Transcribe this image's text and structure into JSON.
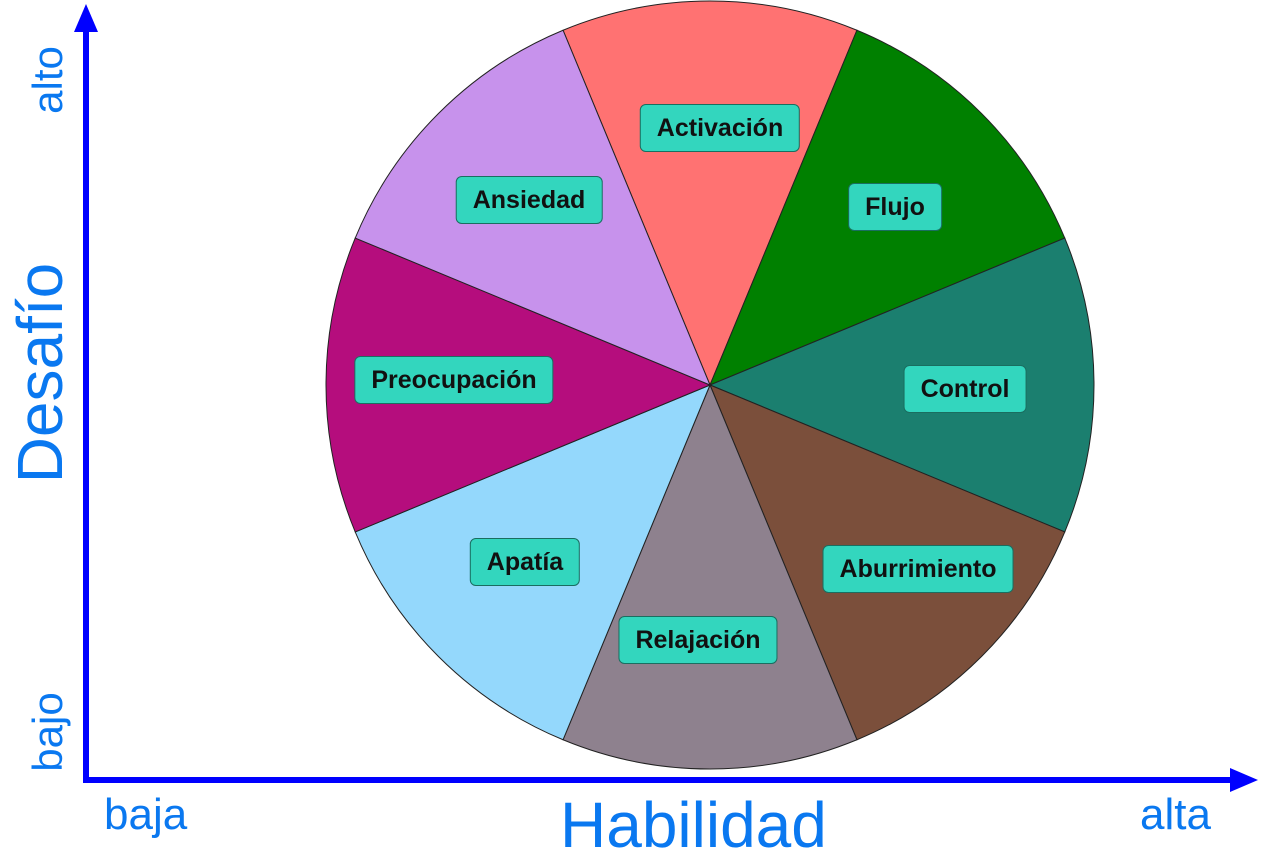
{
  "title_y": "Desafío",
  "title_x": "Habilidad",
  "y_low": "bajo",
  "y_high": "alto",
  "x_low": "baja",
  "x_high": "alta",
  "axis_color": "#0000ff",
  "label_color": "#0a78f0",
  "label_box_color": "#33d6be",
  "slices": [
    {
      "name": "Activación",
      "color": "#ff7272"
    },
    {
      "name": "Flujo",
      "color": "#008000"
    },
    {
      "name": "Control",
      "color": "#1b7f6f"
    },
    {
      "name": "Aburrimiento",
      "color": "#7b4f3b"
    },
    {
      "name": "Relajación",
      "color": "#8e818e"
    },
    {
      "name": "Apatía",
      "color": "#94d8fc"
    },
    {
      "name": "Preocupación",
      "color": "#b50d7d"
    },
    {
      "name": "Ansiedad",
      "color": "#c792ec"
    }
  ]
}
